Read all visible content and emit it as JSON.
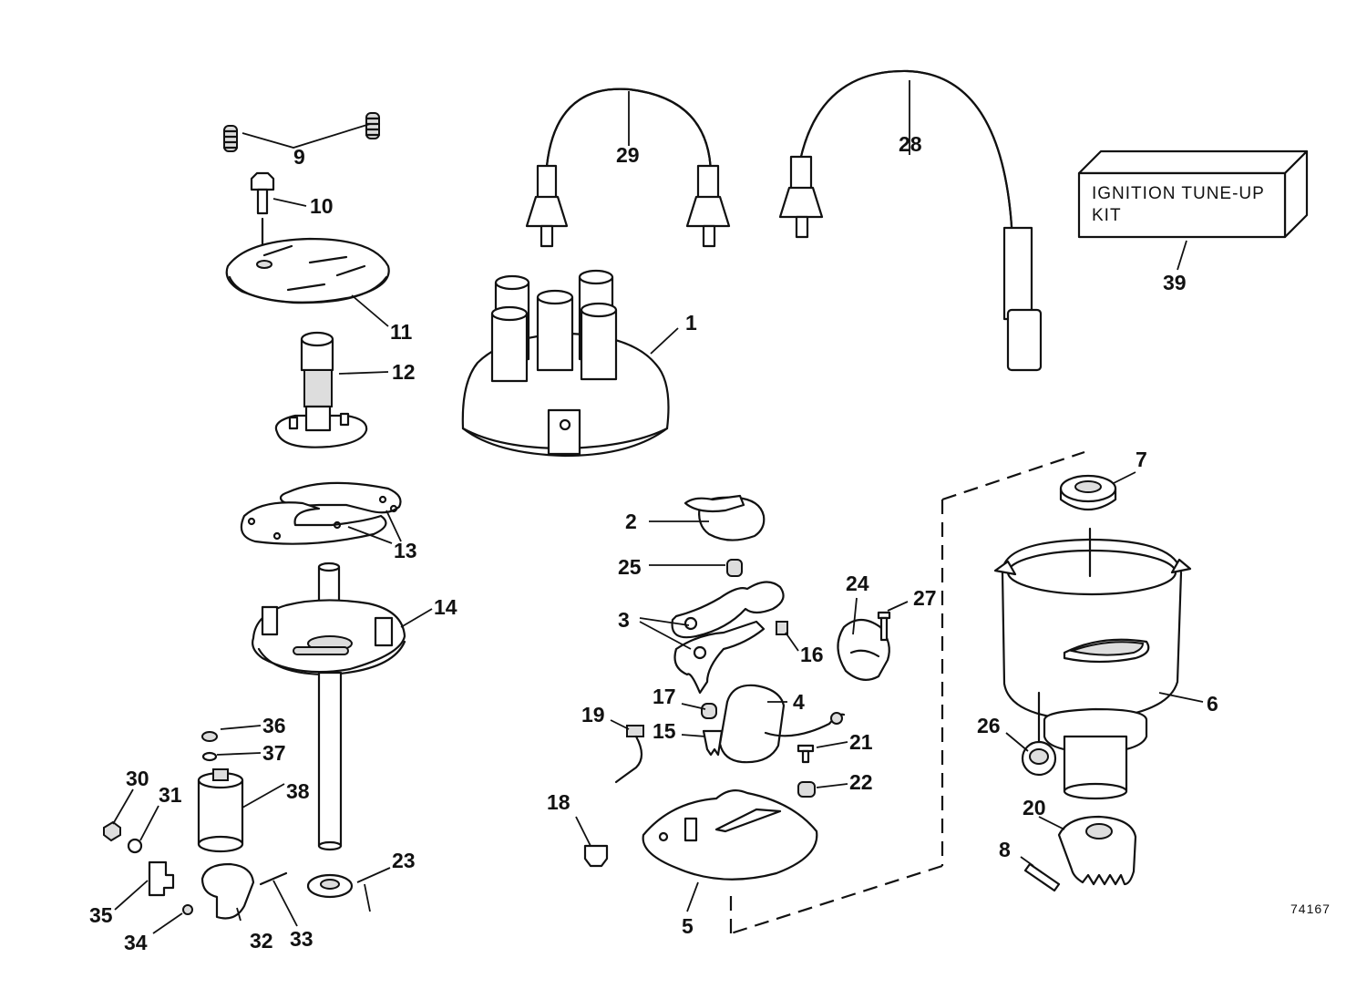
{
  "kit_box": {
    "line1": "IGNITION TUNE-UP",
    "line2": "KIT"
  },
  "catalog_number": "74167",
  "callouts": [
    "1",
    "2",
    "3",
    "4",
    "5",
    "6",
    "7",
    "8",
    "9",
    "10",
    "11",
    "12",
    "13",
    "14",
    "15",
    "16",
    "17",
    "18",
    "19",
    "20",
    "21",
    "22",
    "23",
    "24",
    "25",
    "26",
    "27",
    "28",
    "29",
    "30",
    "31",
    "32",
    "33",
    "34",
    "35",
    "36",
    "37",
    "38",
    "39"
  ]
}
